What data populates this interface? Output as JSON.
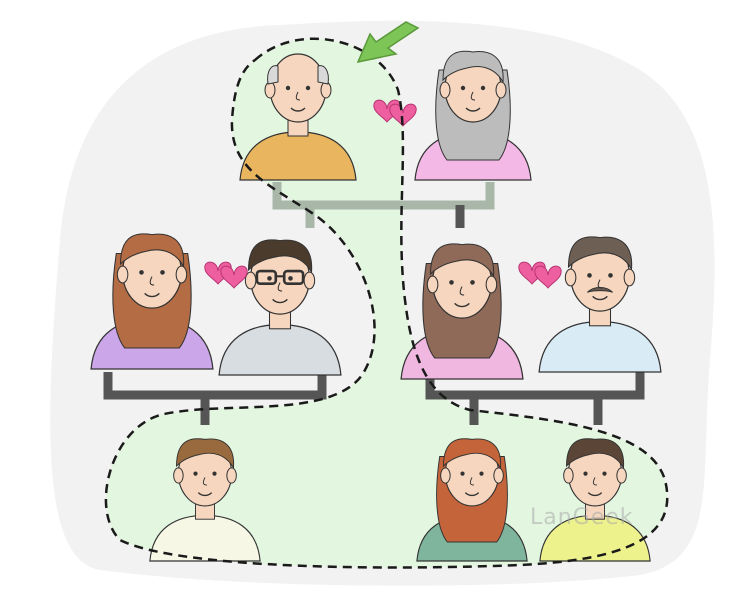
{
  "colors": {
    "background_blob": "#f2f2f2",
    "highlight_region": "#e3f6df",
    "connector": "#555555",
    "connector_highlight": "#a9b7a9",
    "dashed_outline": "#1a1a1a",
    "arrow": "#7cc556",
    "heart": "#ee5f9f"
  },
  "watermark": {
    "text": "LanGeek"
  },
  "people": [
    {
      "id": "grandfather",
      "role": "grandfather",
      "hair": "#d9d9d9",
      "shirt": "#e9b55f",
      "skin": "#f6d6be",
      "icon": "grandfather-avatar"
    },
    {
      "id": "grandmother",
      "role": "grandmother",
      "hair": "#bcbcbc",
      "shirt": "#f4b8e6",
      "skin": "#f6d6be",
      "icon": "grandmother-avatar"
    },
    {
      "id": "aunt",
      "role": "aunt",
      "hair": "#b46c45",
      "shirt": "#cba7ea",
      "skin": "#f6d6be",
      "icon": "woman-avatar"
    },
    {
      "id": "uncle",
      "role": "uncle",
      "hair": "#4a3b2c",
      "shirt": "#d8dde2",
      "skin": "#f6d6be",
      "icon": "man-glasses-avatar"
    },
    {
      "id": "mother",
      "role": "mother",
      "hair": "#8f6a58",
      "shirt": "#f0b7e0",
      "skin": "#f6d6be",
      "icon": "woman-avatar"
    },
    {
      "id": "father",
      "role": "father",
      "hair": "#6e5f55",
      "shirt": "#d9ecf5",
      "skin": "#f6d6be",
      "icon": "man-mustache-avatar"
    },
    {
      "id": "cousin",
      "role": "cousin",
      "hair": "#9a6a3f",
      "shirt": "#f7f7e6",
      "skin": "#f6d6be",
      "icon": "boy-avatar"
    },
    {
      "id": "self",
      "role": "self",
      "hair": "#c4643a",
      "shirt": "#7fb59c",
      "skin": "#f6d6be",
      "icon": "girl-avatar"
    },
    {
      "id": "brother",
      "role": "brother",
      "hair": "#5a4536",
      "shirt": "#eef28d",
      "skin": "#f6d6be",
      "icon": "boy-avatar"
    }
  ],
  "hearts": [
    {
      "between": [
        "grandfather",
        "grandmother"
      ]
    },
    {
      "between": [
        "aunt",
        "uncle"
      ]
    },
    {
      "between": [
        "mother",
        "father"
      ]
    }
  ],
  "arrow": {
    "points_to": "grandfather",
    "icon": "arrow-icon"
  }
}
